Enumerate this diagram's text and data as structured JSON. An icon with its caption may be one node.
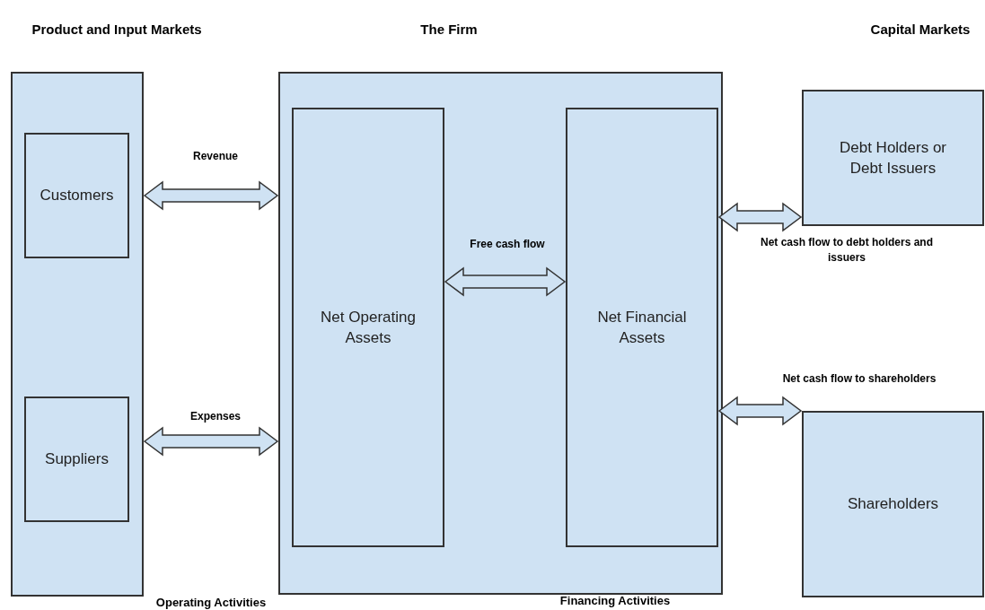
{
  "diagram": {
    "nodes": [
      {
        "text": [
          "Product and Input Markets"
        ]
      },
      {
        "text": [
          "Customers"
        ],
        "in": 0
      },
      {
        "text": [
          "Suppliers"
        ],
        "in": 0
      },
      {
        "text": [
          "The Firm"
        ]
      },
      {
        "text": [
          "Net Operating Assets"
        ],
        "in": 3
      },
      {
        "text": [
          "Net Financial Assets"
        ],
        "in": 3
      },
      {
        "text": [
          "Debt Holders or Debt Issuers"
        ]
      },
      {
        "text": [
          "Shareholders"
        ]
      }
    ],
    "edges": [
      {
        "from": 0,
        "to": 3,
        "arrow": "both",
        "label": "Revenue"
      },
      {
        "from": 0,
        "to": 3,
        "arrow": "both",
        "label": "Expenses"
      },
      {
        "from": 4,
        "to": 5,
        "arrow": "both",
        "label": "Free cash flow"
      },
      {
        "from": 5,
        "to": 6,
        "arrow": "both",
        "label": "Net cash flow to debt holders and issuers"
      },
      {
        "from": 5,
        "to": 7,
        "arrow": "both",
        "label": "Net cash flow to shareholders"
      }
    ],
    "labels": [
      "Capital Markets",
      "Operating Activities",
      "Financing Activities"
    ]
  }
}
